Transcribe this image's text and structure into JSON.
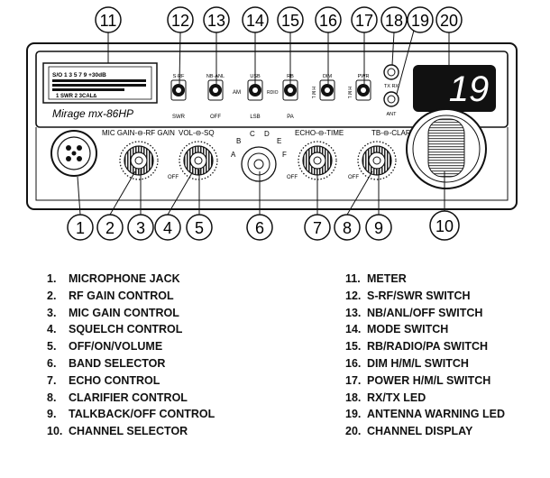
{
  "radio": {
    "model": "Mirage mx-86HP",
    "display_value": "19",
    "meter_scale_top": "S/O 1 3 5 7 9 +30dB",
    "meter_scale_bottom": "1 SWR 2 3CAL∆",
    "switches": [
      {
        "top": "S·RF",
        "bottom": "SWR",
        "side": ""
      },
      {
        "top": "NB·ANL",
        "bottom": "OFF",
        "side": ""
      },
      {
        "top": "USB",
        "bottom": "LSB",
        "side": "AM"
      },
      {
        "top": "RB",
        "bottom": "PA",
        "side": "RDIO"
      },
      {
        "top": "DIM",
        "bottom": "",
        "side": "H M L"
      },
      {
        "top": "PWR",
        "bottom": "",
        "side": "H M L"
      }
    ],
    "led_labels": {
      "txrx": "TX RX",
      "ant": "ANT"
    },
    "knob_labels": {
      "mic_rf": "MIC GAIN-⊖-RF GAIN",
      "vol_sq": "VOL-⊖-SQ",
      "echo_time": "ECHO-⊖-TIME",
      "tb_clar": "TB-⊖-CLAR",
      "off": "OFF"
    },
    "band_letters": [
      "A",
      "B",
      "C",
      "D",
      "E",
      "F"
    ]
  },
  "callouts_top": [
    "11",
    "12",
    "13",
    "14",
    "15",
    "16",
    "17",
    "18",
    "19",
    "20"
  ],
  "callouts_bottom": [
    "1",
    "2",
    "3",
    "4",
    "5",
    "6",
    "7",
    "8",
    "9",
    "10"
  ],
  "legend_left": [
    {
      "num": "1.",
      "label": "MICROPHONE JACK"
    },
    {
      "num": "2.",
      "label": "RF GAIN CONTROL"
    },
    {
      "num": "3.",
      "label": "MIC GAIN CONTROL"
    },
    {
      "num": "4.",
      "label": "SQUELCH CONTROL"
    },
    {
      "num": "5.",
      "label": "OFF/ON/VOLUME"
    },
    {
      "num": "6.",
      "label": "BAND SELECTOR"
    },
    {
      "num": "7.",
      "label": "ECHO CONTROL"
    },
    {
      "num": "8.",
      "label": "CLARIFIER CONTROL"
    },
    {
      "num": "9.",
      "label": "TALKBACK/OFF CONTROL"
    },
    {
      "num": "10.",
      "label": "CHANNEL SELECTOR"
    }
  ],
  "legend_right": [
    {
      "num": "11.",
      "label": "METER"
    },
    {
      "num": "12.",
      "label": "S-RF/SWR SWITCH"
    },
    {
      "num": "13.",
      "label": "NB/ANL/OFF SWITCH"
    },
    {
      "num": "14.",
      "label": "MODE SWITCH"
    },
    {
      "num": "15.",
      "label": "RB/RADIO/PA SWITCH"
    },
    {
      "num": "16.",
      "label": "DIM H/M/L SWITCH"
    },
    {
      "num": "17.",
      "label": "POWER H/M/L SWITCH"
    },
    {
      "num": "18.",
      "label": "RX/TX LED"
    },
    {
      "num": "19.",
      "label": "ANTENNA WARNING LED"
    },
    {
      "num": "20.",
      "label": "CHANNEL DISPLAY"
    }
  ]
}
